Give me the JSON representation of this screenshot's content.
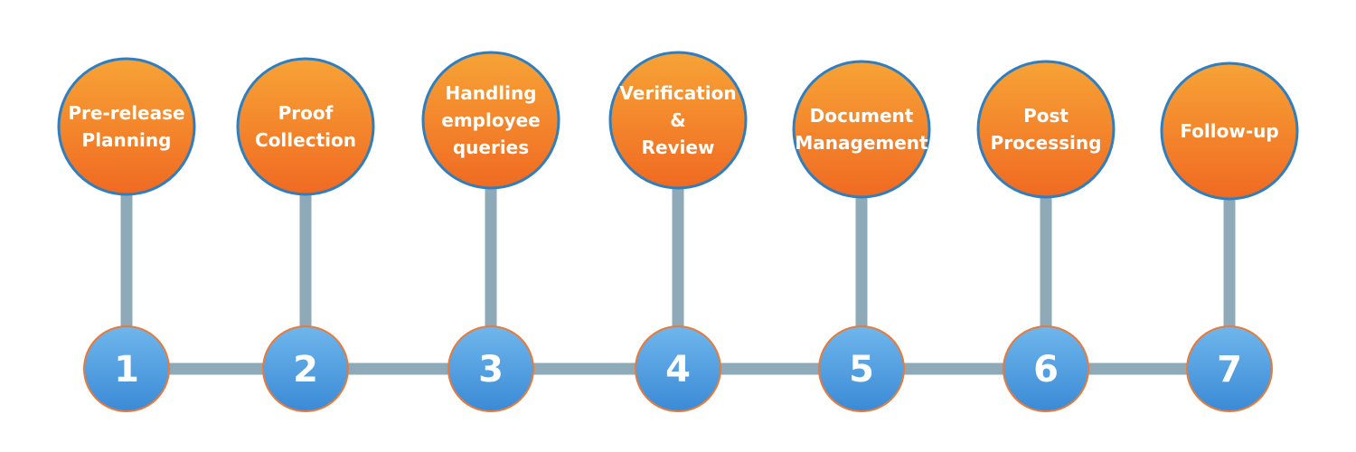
{
  "colors": {
    "connector": "#8eaab8",
    "step_circle_top": "#f7a336",
    "step_circle_bottom": "#f06a22",
    "step_circle_border": "#2f7fc0",
    "number_circle_top": "#6fb6ec",
    "number_circle_bottom": "#3a8ad6",
    "number_circle_border": "#e87a3a",
    "text": "#ffffff"
  },
  "steps": [
    {
      "number": "1",
      "label_lines": [
        "Pre-release",
        "Planning"
      ]
    },
    {
      "number": "2",
      "label_lines": [
        "Proof",
        "Collection"
      ]
    },
    {
      "number": "3",
      "label_lines": [
        "Handling",
        "employee",
        "queries"
      ]
    },
    {
      "number": "4",
      "label_lines": [
        "Verification",
        "&",
        "Review"
      ]
    },
    {
      "number": "5",
      "label_lines": [
        "Document",
        "Management"
      ]
    },
    {
      "number": "6",
      "label_lines": [
        "Post",
        "Processing"
      ]
    },
    {
      "number": "7",
      "label_lines": [
        "Follow-up"
      ]
    }
  ]
}
